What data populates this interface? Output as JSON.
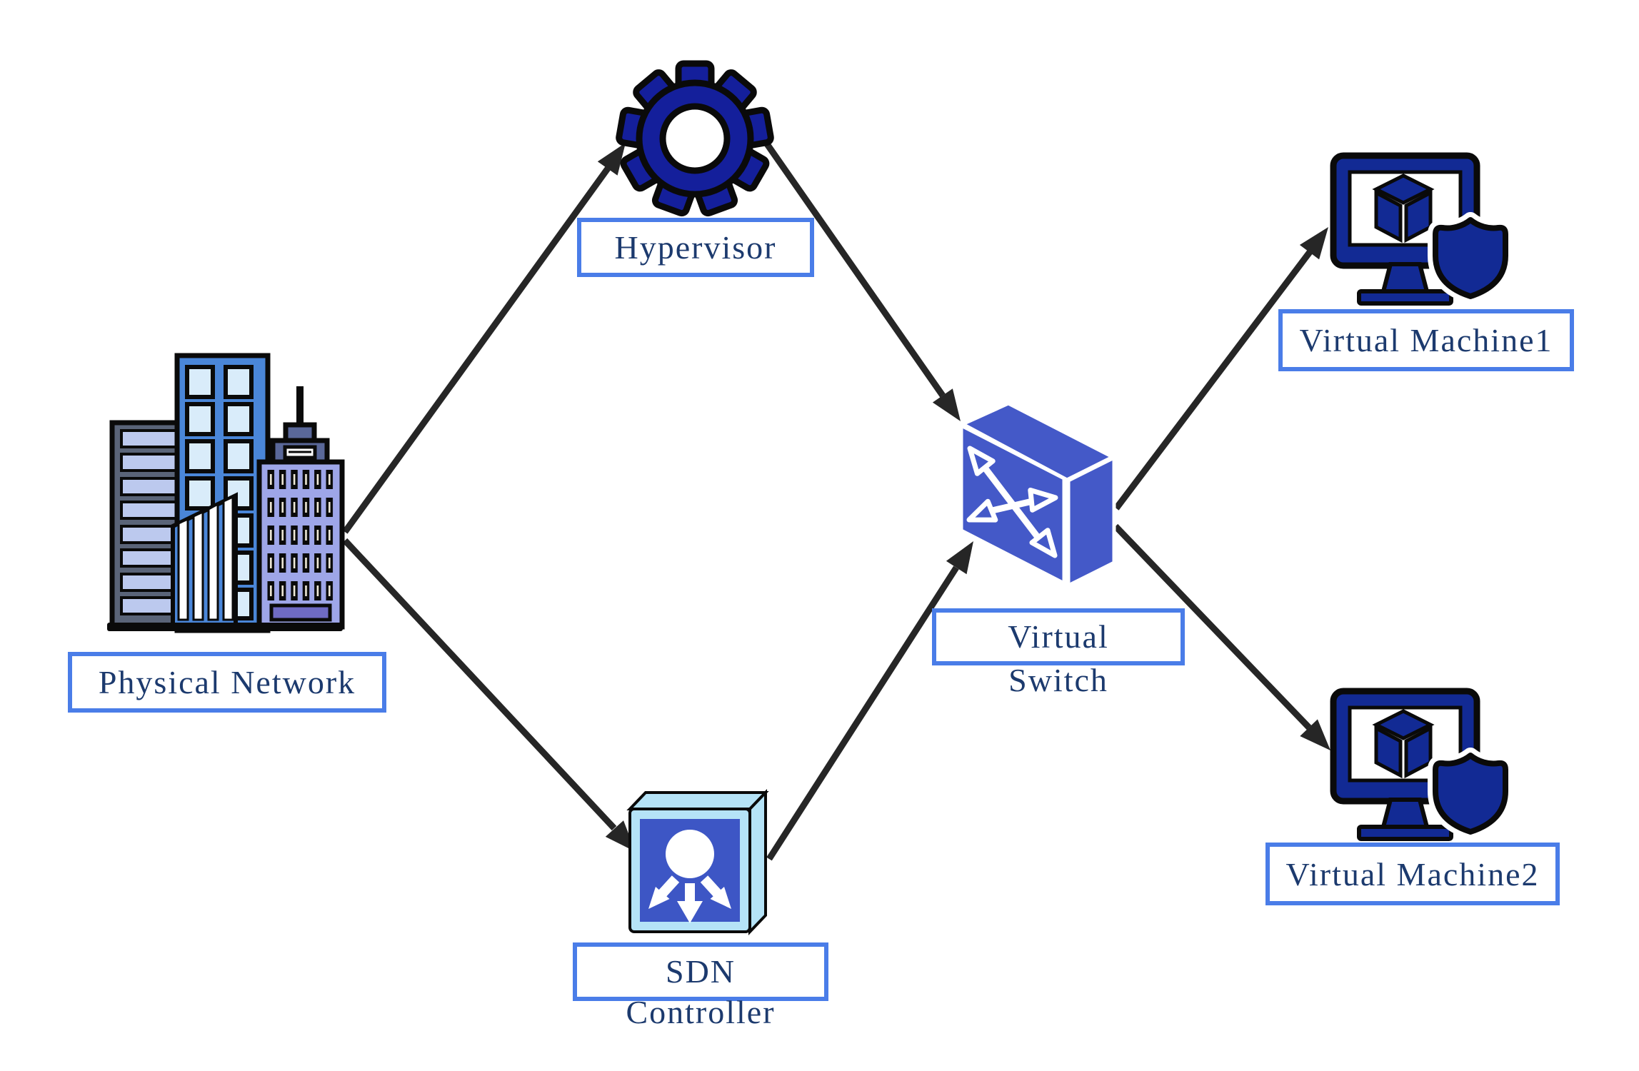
{
  "diagram": {
    "type": "network-virtualization-architecture",
    "background": "#ffffff",
    "colors": {
      "label_border": "#4a7de8",
      "label_text": "#1c3a6e",
      "icon_navy": "#122a94",
      "gear_navy": "#141f9b",
      "switch_blue": "#4459c8",
      "controller_blue": "#3d56c5",
      "controller_edge": "#b5e3f7",
      "arrow": "#262626",
      "building_gray": "#5a6478",
      "building_blue": "#4a86d8",
      "building_lavender": "#9ea6e8"
    },
    "nodes": [
      {
        "id": "physical-network",
        "label": "Physical Network",
        "icon": "city-buildings-icon"
      },
      {
        "id": "hypervisor",
        "label": "Hypervisor",
        "icon": "gear-icon"
      },
      {
        "id": "sdn-controller",
        "label": "SDN Controller",
        "label_line1": "SDN",
        "label_line2": "Controller",
        "icon": "sdn-controller-cube-icon"
      },
      {
        "id": "virtual-switch",
        "label": "Virtual Switch",
        "label_line1": "Virtual",
        "label_line2": "Switch",
        "icon": "virtual-switch-3d-icon"
      },
      {
        "id": "virtual-machine-1",
        "label": "Virtual Machine1",
        "icon": "vm-monitor-shield-icon"
      },
      {
        "id": "virtual-machine-2",
        "label": "Virtual Machine2",
        "icon": "vm-monitor-shield-icon"
      }
    ],
    "edges": [
      {
        "from": "physical-network",
        "to": "hypervisor"
      },
      {
        "from": "physical-network",
        "to": "sdn-controller"
      },
      {
        "from": "hypervisor",
        "to": "virtual-switch"
      },
      {
        "from": "sdn-controller",
        "to": "virtual-switch"
      },
      {
        "from": "virtual-switch",
        "to": "virtual-machine-1"
      },
      {
        "from": "virtual-switch",
        "to": "virtual-machine-2"
      }
    ]
  }
}
